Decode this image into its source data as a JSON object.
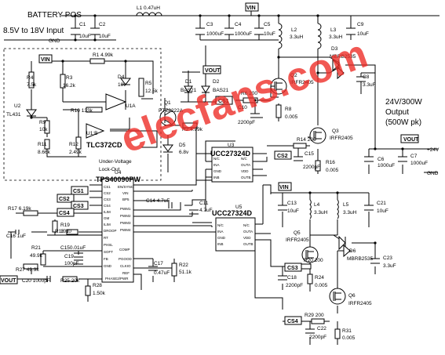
{
  "input": {
    "battery": "BATTERY POS",
    "range": "8.5V to 18V Input",
    "gnd": "GND"
  },
  "output": {
    "rating": "24V/300W",
    "label": "Output",
    "peak": "(500W pk)",
    "vout": "VOUT",
    "plus24": "+24V",
    "gnd": "GND"
  },
  "nets": {
    "vin": "VIN",
    "vout": "VOUT",
    "cs1": "CS1",
    "cs2": "CS2",
    "cs3": "CS3",
    "cs4": "CS4"
  },
  "ics": {
    "u4_ref": "U4",
    "u4_part": "TPS40090PW",
    "u3_ref": "U3",
    "u3_part": "UCC27324D",
    "u5_ref": "U5",
    "u5_part": "UCC27324D",
    "u1_part": "TLC372CD",
    "u1a": "U1A",
    "u1b": "U1:B",
    "u2_ref": "U2",
    "u2_part": "TL431",
    "uvlo": [
      "Under-Voltage",
      "Lock-Out"
    ]
  },
  "u4_pins_left": [
    "CS1",
    "CS2",
    "CS3",
    "CS4",
    "ILIM",
    "GM",
    "ILIM",
    "DROOP",
    "RT",
    "PHSL",
    "SOFT",
    "FB",
    "GND"
  ],
  "u4_pins_right": [
    "EN/SYNC",
    "VIN",
    "BP5",
    "PWM1",
    "PWM2",
    "PWM3",
    "PWM4",
    "PGOOD",
    "CLKIO",
    "REF",
    "COMP"
  ],
  "u4_pin_bottom": "PHASE2/PWR",
  "driver_pins_left": [
    "N/C",
    "INA",
    "GND",
    "INB"
  ],
  "driver_pins_right": [
    "N/C",
    "OUTA",
    "VDD",
    "OUTB"
  ],
  "components": {
    "L1": "L1 0.47uH",
    "C1": "C1",
    "C1v": "10uF",
    "C2": "C2",
    "C2v": "10uF",
    "C3": "C3",
    "C3v": "1000uF",
    "C4": "C4",
    "C4v": "1000uF",
    "C5": "C5",
    "C5v": "10uF",
    "L2": "L2",
    "L2v": "3.3uH",
    "L3": "L3",
    "L3v": "3.3uH",
    "C9": "C9",
    "C9v": "10uF",
    "D3": "D3",
    "D3v": "MBRB2535",
    "C8": "C8",
    "C8v": "3.3uF",
    "Q2": "Q2",
    "Q2v": "IRFR2405",
    "Q3": "Q3",
    "Q3v": "IRFR2405",
    "R6": "R6 200",
    "C10": "C10",
    "C10v": "2200pF",
    "R8": "R8",
    "R8v": "0.005",
    "R14": "R14 200",
    "C15": "C15",
    "C15v": "2200pF",
    "R16": "R16",
    "R16v": "0.005",
    "C6": "C6",
    "C6v": "1000uF",
    "C7": "C7",
    "C7v": "1000uF",
    "R1": "R1 4.99k",
    "R4": "R4",
    "R4v": "7.5k",
    "R3": "R3",
    "R3v": "16.2k",
    "D4": "D4",
    "D4v": "10v",
    "R5": "R5",
    "R5v": "12.5k",
    "R9": "R9",
    "R9v": "10k",
    "R10": "R10 133k",
    "R11": "R11",
    "R11v": "8.66k",
    "R12": "R12",
    "R12v": "2.49k",
    "D1": "D1",
    "D1v": "BAS21",
    "D2": "D2",
    "D2v": "BAS21",
    "Q1": "Q1",
    "Q1v": "PTZ2222A",
    "R2": "R2 4.99k",
    "D5": "D5",
    "D5v": "6.8v",
    "R17": "R17 6.19k",
    "R19": "R19",
    "R19v": "10k",
    "C16": "C16 1uF",
    "R18": "R18 10",
    "R21": "R21",
    "R21v": "49.9k",
    "C150": "C150.01uF",
    "C19": "C19",
    "C19v": "100pF",
    "R27": "R27 49.9k",
    "C20": "C20 1000pF",
    "R25": "R25 20k",
    "R28": "R28",
    "R28v": "1.50k",
    "C14": "C14 4.7uF",
    "C11": "C11",
    "C11v": "4.7uF",
    "C17": "C17",
    "C17v": "0.47uF",
    "R22": "R22",
    "R22v": "51.1k",
    "C13": "C13",
    "C13v": "10uF",
    "L4": "L4",
    "L4v": "3.3uH",
    "L5": "L5",
    "L5v": "3.3uH",
    "C21": "C21",
    "C21v": "10uF",
    "Q5": "Q5",
    "Q5v": "IRFR2405",
    "D6": "D6",
    "D6v": "MBRB2535",
    "C23": "C23",
    "C23v": "3.3uF",
    "R20": "R20 200",
    "C18": "C18",
    "C18v": "2200pF",
    "R24": "R24",
    "R24v": "0.005",
    "Q6": "Q6",
    "Q6v": "IRFR2405",
    "R29": "R29 200",
    "C22": "C22",
    "C22v": "2200pF",
    "R31": "R31",
    "R31v": "0.005"
  },
  "watermark": "elecfans.com"
}
